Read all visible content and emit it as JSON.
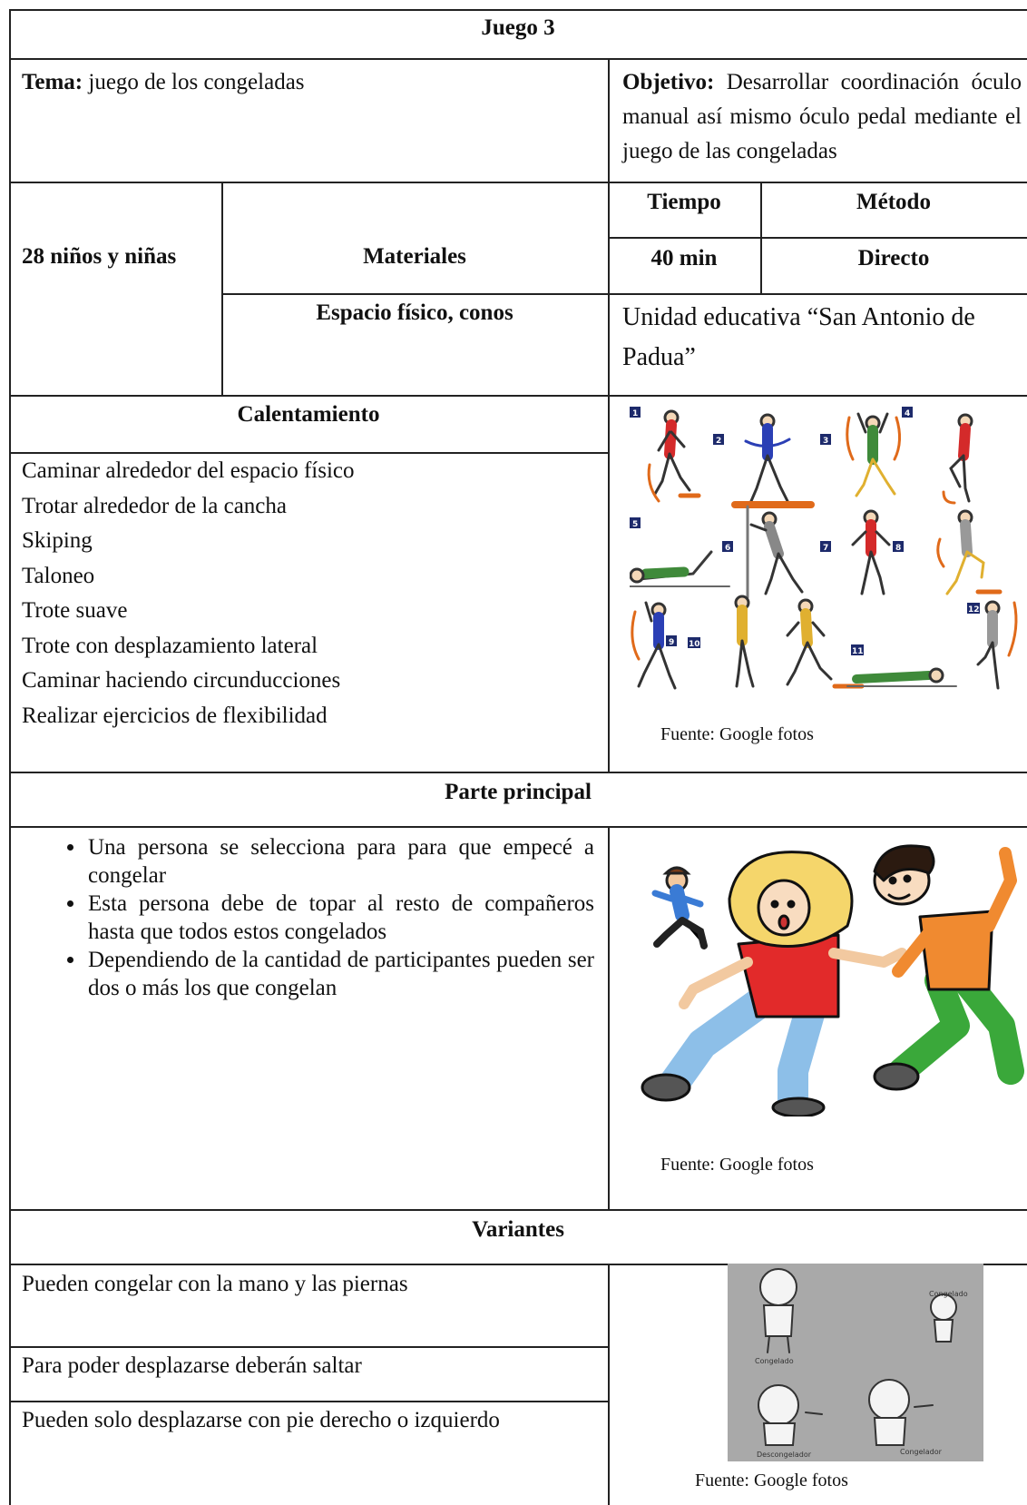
{
  "title": "Juego 3",
  "tema": {
    "label": "Tema:",
    "value": " juego de los congeladas"
  },
  "objetivo": {
    "label": "Objetivo:",
    "value": " Desarrollar coordinación óculo manual así mismo óculo pedal mediante el juego de las congeladas"
  },
  "participants": "28 niños y niñas",
  "materials_header": "Materiales",
  "materials_value": "Espacio físico, conos",
  "time": {
    "header": "Tiempo",
    "value": "40 min"
  },
  "method": {
    "header": "Método",
    "value": "Directo"
  },
  "location": "Unidad educativa “San Antonio de Padua”",
  "warmup": {
    "header": "Calentamiento",
    "items": [
      "Caminar alrededor del espacio físico",
      "Trotar alrededor de la cancha",
      "Skiping",
      "Taloneo",
      "Trote suave",
      "Trote con desplazamiento lateral",
      "Caminar haciendo circunducciones",
      "Realizar ejercicios de flexibilidad"
    ],
    "numbers": [
      "1",
      "2",
      "3",
      "4",
      "5",
      "6",
      "7",
      "8",
      "9",
      "10",
      "11",
      "12"
    ],
    "caption": "Fuente: Google fotos"
  },
  "main": {
    "header": "Parte principal",
    "bullets": [
      "Una persona se selecciona para para que empecé a congelar",
      "Esta persona debe de topar al resto de compañeros hasta que todos estos congelados",
      "Dependiendo de la cantidad de participantes pueden ser dos o más los que congelan"
    ],
    "caption": "Fuente: Google fotos"
  },
  "variants": {
    "header": "Variantes",
    "items": [
      "Pueden congelar con la mano y las piernas",
      "Para poder desplazarse deberán saltar",
      "Pueden solo desplazarse con pie derecho o izquierdo"
    ],
    "image_labels": [
      "Congelado",
      "Congelado",
      "Descongelador",
      "Congelador"
    ],
    "caption": "Fuente: Google fotos"
  }
}
